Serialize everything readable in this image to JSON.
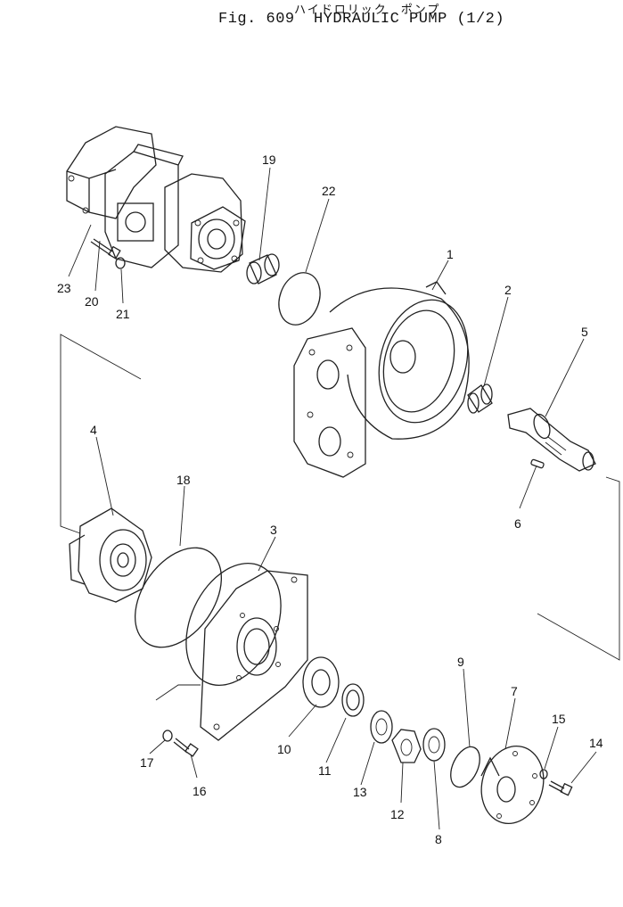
{
  "title_jp": "ハイドロリック　ポンプ",
  "title": "Fig. 609  HYDRAULIC PUMP (1/2)",
  "callouts": [
    {
      "id": "1",
      "text": "1"
    },
    {
      "id": "2",
      "text": "2"
    },
    {
      "id": "3",
      "text": "3"
    },
    {
      "id": "4",
      "text": "4"
    },
    {
      "id": "5",
      "text": "5"
    },
    {
      "id": "6",
      "text": "6"
    },
    {
      "id": "7",
      "text": "7"
    },
    {
      "id": "8",
      "text": "8"
    },
    {
      "id": "9",
      "text": "9"
    },
    {
      "id": "10",
      "text": "10"
    },
    {
      "id": "11",
      "text": "11"
    },
    {
      "id": "12",
      "text": "12"
    },
    {
      "id": "13",
      "text": "13"
    },
    {
      "id": "14",
      "text": "14"
    },
    {
      "id": "15",
      "text": "15"
    },
    {
      "id": "16",
      "text": "16"
    },
    {
      "id": "17",
      "text": "17"
    },
    {
      "id": "18",
      "text": "18"
    },
    {
      "id": "19",
      "text": "19"
    },
    {
      "id": "20",
      "text": "20"
    },
    {
      "id": "21",
      "text": "21"
    },
    {
      "id": "22",
      "text": "22"
    },
    {
      "id": "23",
      "text": "23"
    }
  ]
}
